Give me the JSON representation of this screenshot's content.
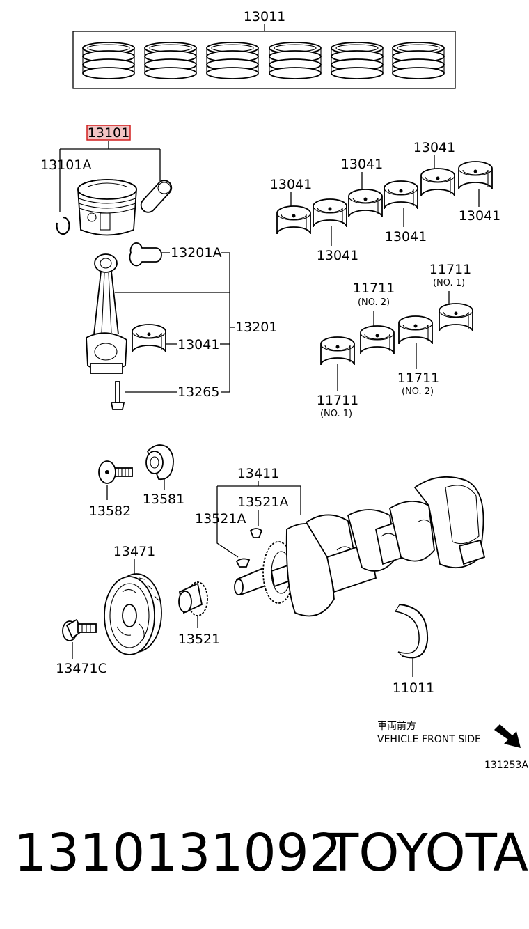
{
  "parts": {
    "p13011": "13011",
    "p13101": "13101",
    "p13101A": "13101A",
    "p13201A": "13201A",
    "p13201": "13201",
    "p13041_rod": "13041",
    "p13265": "13265",
    "bearings_13041": [
      "13041",
      "13041",
      "13041",
      "13041",
      "13041",
      "13041"
    ],
    "p11711": [
      "11711",
      "11711",
      "11711",
      "11711"
    ],
    "p11711_sub": [
      "(NO. 1)",
      "(NO. 2)",
      "(NO. 2)",
      "(NO. 1)"
    ],
    "p13582": "13582",
    "p13581": "13581",
    "p13411": "13411",
    "p13521A": [
      "13521A",
      "13521A"
    ],
    "p13471": "13471",
    "p13471C": "13471C",
    "p13521": "13521",
    "p11011": "11011"
  },
  "orientation": {
    "japanese": "車両前方",
    "english": "VEHICLE FRONT SIDE"
  },
  "illustration_code": "131253A",
  "footer": {
    "part_number": "1310131092",
    "brand": "TOYOTA"
  },
  "colors": {
    "highlight_fill": "#f2c4c4",
    "highlight_border": "#d21e1e"
  }
}
